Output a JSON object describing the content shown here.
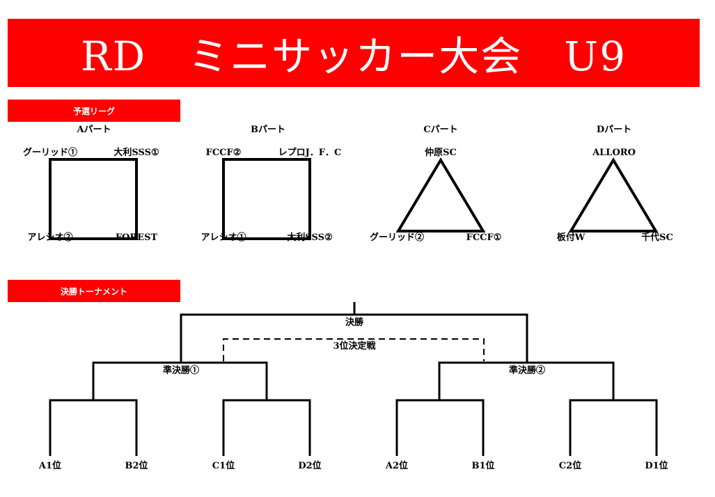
{
  "title": "RD　ミニサッカー大会　U9",
  "league": {
    "header": "予選リーグ",
    "parts": [
      {
        "label": "Aパート",
        "teams": [
          "グーリッド①",
          "大利SSS①",
          "アレシオ②",
          "FOREST"
        ]
      },
      {
        "label": "Bパート",
        "teams": [
          "FCCF②",
          "レプロJ．F．C",
          "アレシオ①",
          "大利SSS②"
        ]
      },
      {
        "label": "Cパート",
        "teams": [
          "仲原SC",
          "グーリッド②",
          "FCCF①"
        ]
      },
      {
        "label": "Dパート",
        "teams": [
          "ALLORO",
          "板付W",
          "千代SC"
        ]
      }
    ]
  },
  "tournament": {
    "header": "決勝トーナメント",
    "final": "決勝",
    "third_place": "3位決定戦",
    "semi1": "準決勝①",
    "semi2": "準決勝②",
    "seeds": [
      "A1位",
      "B2位",
      "C1位",
      "D2位",
      "A2位",
      "B1位",
      "C2位",
      "D1位"
    ]
  }
}
